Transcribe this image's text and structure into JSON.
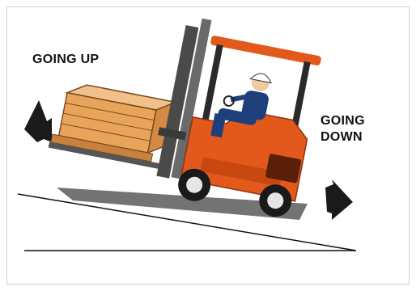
{
  "labels": {
    "going_up": "GOING UP",
    "going_down_line1": "GOING",
    "going_down_line2": "DOWN"
  },
  "colors": {
    "forklift_body": "#e2591b",
    "forklift_roof": "#e2591b",
    "mast": "#4a4a4a",
    "operator_suit": "#1f3f7a",
    "helmet": "#ffffff",
    "crate": "#e9a45c",
    "shadow": "#5a5a5a",
    "arrow": "#1a1a1a"
  },
  "icons": [
    "arrow-up-left-icon",
    "arrow-down-right-icon",
    "forklift-illustration"
  ]
}
